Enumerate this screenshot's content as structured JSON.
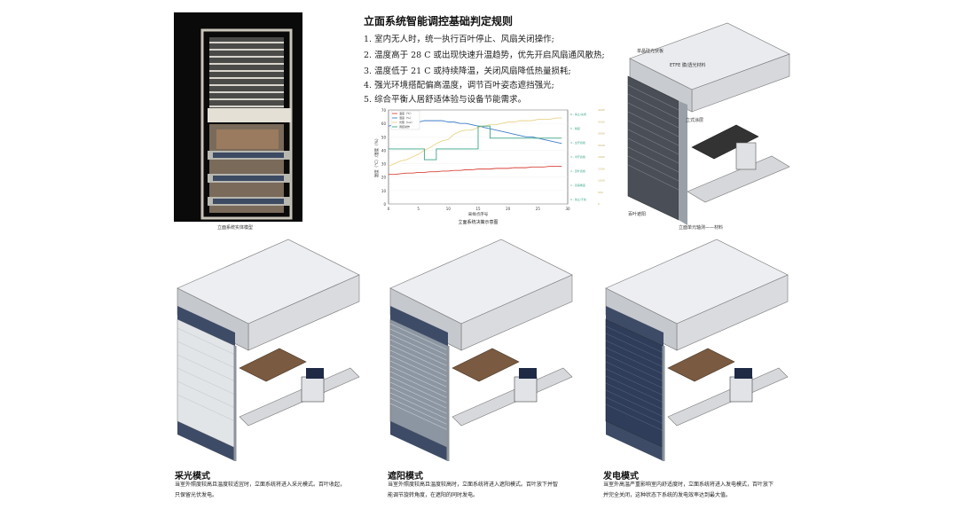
{
  "photo_caption": "立面系统实体模型",
  "rules": {
    "title": "立面系统智能调控基础判定规则",
    "items": [
      "1. 室内无人时，统一执行百叶停止、风扇关闭操作;",
      "2. 温度高于 28 C 或出现快速升温趋势，优先开启风扇通风散热;",
      "3. 温度低于 21 C 或持续降温，关闭风扇降低热量损耗;",
      "4. 强光环境搭配偏高温度，调节百叶姿态遮挡强光;",
      "5. 综合平衡人居舒适体验与设备节能需求。"
    ]
  },
  "chart_data": {
    "type": "line",
    "title": "立面系统决策示意图",
    "xlabel": "采样点序号",
    "ylabel": "温度（℃）/湿度（%）",
    "ylim": [
      0,
      70
    ],
    "y_ticks": [
      "0",
      "10",
      "20",
      "30",
      "40",
      "50",
      "60",
      "70"
    ],
    "x_ticks": [
      "0",
      "5",
      "10",
      "15",
      "20",
      "25",
      "30"
    ],
    "right_ticks": [
      "0 - 停止/不动",
      "1 - 双扇角度",
      "2 - 百叶遮挡",
      "3 - 半开遮挡",
      "4 - 全开遮挡",
      "5 - 收起",
      "6 - 停止/关闭"
    ],
    "far_right_ticks": [
      "0",
      "500",
      "1000",
      "1500",
      "2000",
      "2500",
      "3000",
      "3500",
      "4000"
    ],
    "legend": [
      "温度（℃）",
      "湿度（%）",
      "光照（lux）",
      "调控动作"
    ],
    "x": [
      0,
      1,
      2,
      3,
      4,
      5,
      6,
      7,
      8,
      9,
      10,
      11,
      12,
      13,
      14,
      15,
      16,
      17,
      18,
      19,
      20,
      21,
      22,
      23,
      24,
      25,
      26,
      27,
      28,
      29
    ],
    "series": [
      {
        "name": "温度（℃）",
        "color": "#d9443a",
        "values": [
          22,
          22,
          22.5,
          23,
          23,
          23.5,
          23.5,
          24,
          24,
          24.5,
          24.5,
          25,
          25,
          25.5,
          25.5,
          26,
          26,
          26,
          26.5,
          26.5,
          26.5,
          27,
          27,
          27,
          27.5,
          27.5,
          27.5,
          28,
          28,
          28
        ]
      },
      {
        "name": "湿度（%）",
        "color": "#3f7ec9",
        "values": [
          58,
          59,
          59,
          60,
          61,
          61,
          62,
          62,
          62,
          62,
          61,
          61,
          60,
          60,
          59,
          58,
          57,
          56,
          55,
          54,
          53,
          52,
          51,
          50,
          50,
          49,
          48,
          47,
          46,
          45
        ]
      },
      {
        "name": "光照（lux）",
        "color": "#e8d48a",
        "values": [
          28,
          30,
          32,
          33,
          35,
          37,
          40,
          42,
          45,
          47,
          48,
          52,
          54,
          55,
          55,
          57,
          58,
          59,
          59,
          60,
          61,
          61,
          62,
          62,
          62,
          63,
          63,
          63,
          64,
          64
        ]
      },
      {
        "name": "调控动作",
        "color": "#3aa68a",
        "values": [
          41,
          41,
          41,
          41,
          41,
          41,
          33,
          33,
          41,
          41,
          41,
          41,
          41,
          41,
          41,
          58,
          58,
          49,
          49,
          49,
          49,
          49,
          49,
          49,
          49,
          49,
          49,
          49,
          49,
          49
        ]
      }
    ]
  },
  "section_top_caption": "立面单元轴测——材料",
  "material_labels": [
    "单晶硅光伏板",
    "ETFE 膜/透光材料",
    "立式涂层",
    "百叶遮阳"
  ],
  "modes": [
    {
      "title": "采光模式",
      "desc1": "当室外照度较高且温度较适宜时，立面系统将进入采光模式。百叶收起，",
      "desc2": "只保留光伏发电。"
    },
    {
      "title": "遮阳模式",
      "desc1": "当室外照度较高且温度较高时，立面系统将进入遮阳模式。百叶放下并智",
      "desc2": "能调节旋转角度，在遮阳的同时发电。"
    },
    {
      "title": "发电模式",
      "desc1": "当室外高温严重影响室内舒适度时，立面系统将进入发电模式，百叶放下",
      "desc2": "并完全关闭，这种状态下系统的发电效率达到最大值。"
    }
  ]
}
